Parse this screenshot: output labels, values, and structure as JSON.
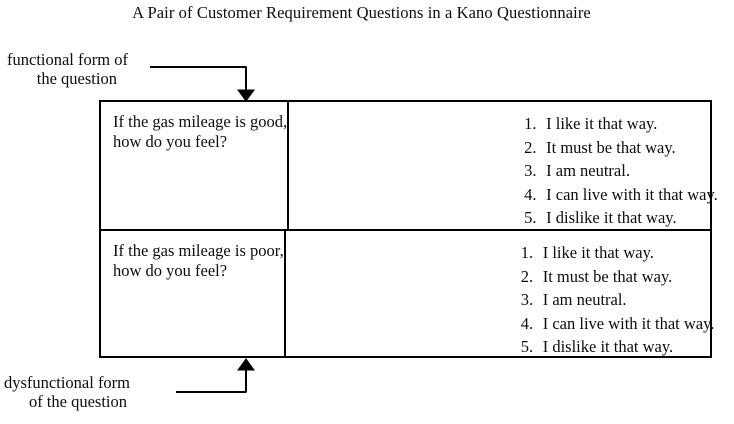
{
  "figure": {
    "title": "A Pair of Customer Requirement Questions in a Kano Questionnaire"
  },
  "annotations": {
    "functional": {
      "line1": "functional form of",
      "line2": "the question"
    },
    "dysfunctional": {
      "line1": "dysfunctional form",
      "line2": "of the question"
    }
  },
  "table": {
    "rows": [
      {
        "question": {
          "line1": "If the gas mileage is good,",
          "line2": "how do you feel?"
        },
        "answers": [
          {
            "num": "1.",
            "text": "I like it that way."
          },
          {
            "num": "2.",
            "text": "It must be that way."
          },
          {
            "num": "3.",
            "text": "I am neutral."
          },
          {
            "num": "4.",
            "text": "I can live with it that way."
          },
          {
            "num": "5.",
            "text": "I dislike it that way."
          }
        ]
      },
      {
        "question": {
          "line1": "If the gas mileage is poor,",
          "line2": "how do you feel?"
        },
        "answers": [
          {
            "num": "1.",
            "text": "I like it that way."
          },
          {
            "num": "2.",
            "text": "It must be that way."
          },
          {
            "num": "3.",
            "text": "I am neutral."
          },
          {
            "num": "4.",
            "text": "I can live with it that way."
          },
          {
            "num": "5.",
            "text": "I dislike it that way."
          }
        ]
      }
    ]
  },
  "colors": {
    "ink": "#0d0d0d",
    "rule": "#000000",
    "background": "#ffffff"
  }
}
